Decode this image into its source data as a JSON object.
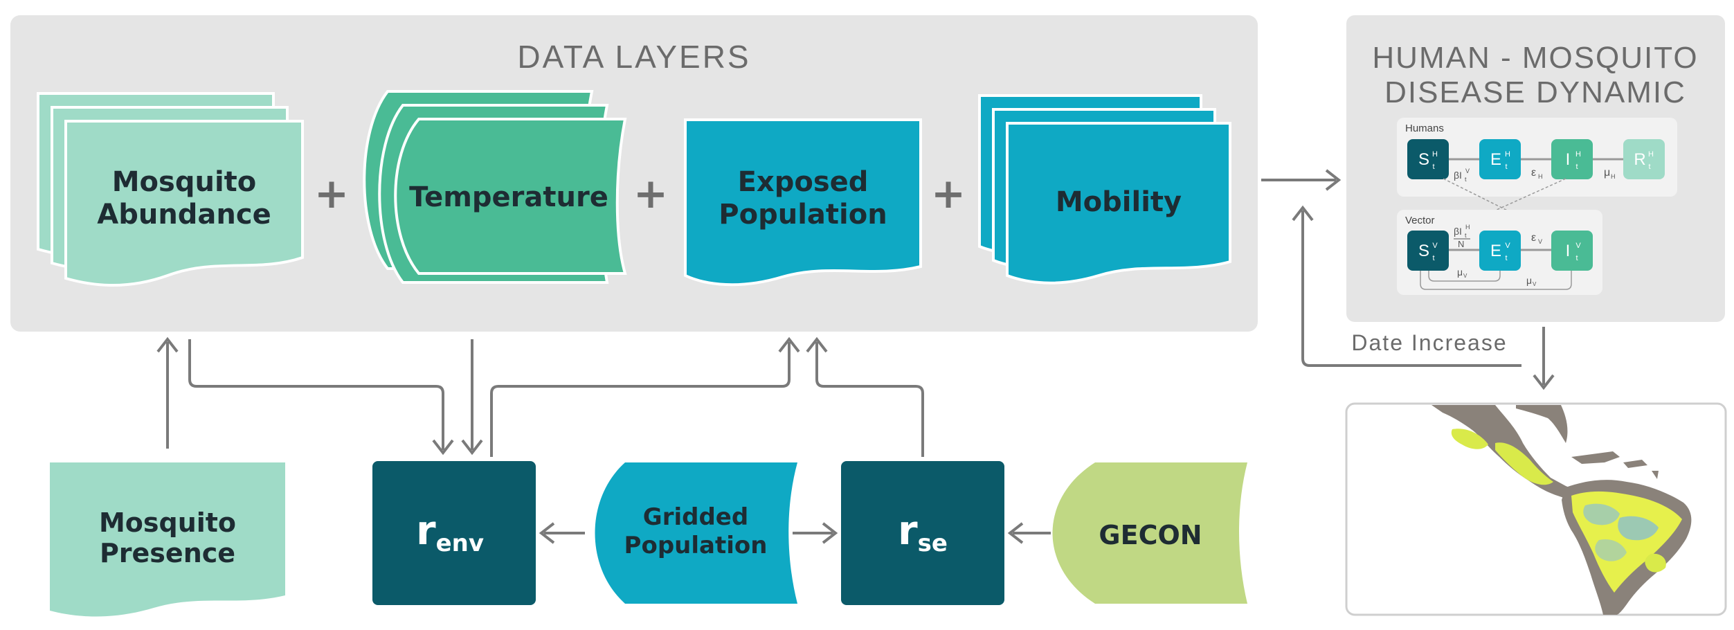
{
  "panel": {
    "title": "DATA LAYERS"
  },
  "layers": [
    {
      "line1": "Mosquito",
      "line2": "Abundance"
    },
    {
      "line1": "Temperature"
    },
    {
      "line1": "Exposed",
      "line2": "Population"
    },
    {
      "line1": "Mobility"
    }
  ],
  "plus_sign": "+",
  "inputs": {
    "presence": {
      "line1": "Mosquito",
      "line2": "Presence"
    },
    "r_env": {
      "main": "r",
      "sub": "env"
    },
    "gridded": {
      "line1": "Gridded",
      "line2": "Population"
    },
    "r_se": {
      "main": "r",
      "sub": "se"
    },
    "gecon": "GECON"
  },
  "dynamics": {
    "title_line1": "HUMAN - MOSQUITO",
    "title_line2": "DISEASE DYNAMIC",
    "humans_label": "Humans",
    "vector_label": "Vector",
    "humans_nodes": [
      {
        "base": "S",
        "sup": "H",
        "sub": "t"
      },
      {
        "base": "E",
        "sup": "H",
        "sub": "t"
      },
      {
        "base": "I",
        "sup": "H",
        "sub": "t"
      },
      {
        "base": "R",
        "sup": "H",
        "sub": "t"
      }
    ],
    "vector_nodes": [
      {
        "base": "S",
        "sup": "V",
        "sub": "t"
      },
      {
        "base": "E",
        "sup": "V",
        "sub": "t"
      },
      {
        "base": "I",
        "sup": "V",
        "sub": "t"
      }
    ],
    "edge_labels": {
      "beta_h": "βI",
      "beta_h_sup": "V",
      "beta_h_sub": "t",
      "eps_h": "ε",
      "eps_h_sub": "H",
      "mu_h": "μ",
      "mu_h_sub": "H",
      "beta_v_num": "βI",
      "beta_v_sup": "H",
      "beta_v_sub": "t",
      "beta_v_den": "N",
      "eps_v": "ε",
      "eps_v_sub": "V",
      "mu_v1": "μ",
      "mu_v1_sub": "V",
      "mu_v2": "μ",
      "mu_v2_sub": "V"
    }
  },
  "date_increase": "Date  Increase",
  "colors": {
    "panel_bg": "#e5e5e5",
    "mint": "#9fdbc7",
    "green": "#4abb95",
    "teal": "#0fa9c4",
    "dark_teal": "#0b5a69",
    "lime": "#c0d884",
    "arrow": "#7a7a7a"
  }
}
